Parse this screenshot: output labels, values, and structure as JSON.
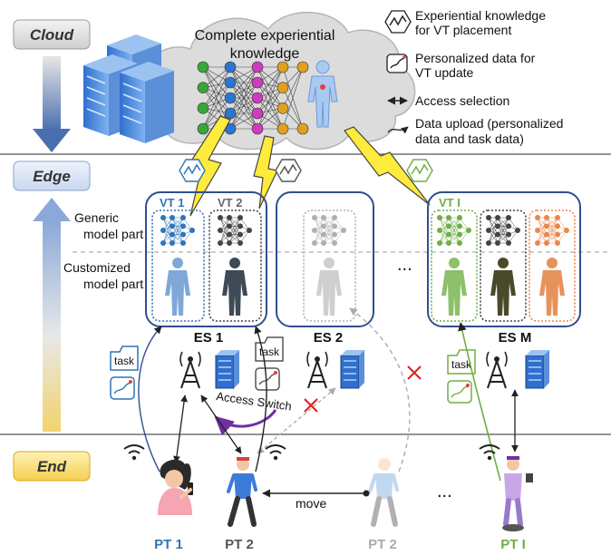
{
  "layers": {
    "cloud": "Cloud",
    "edge": "Edge",
    "end": "End"
  },
  "cloud_title": [
    "Complete experiential",
    "knowledge"
  ],
  "legend": {
    "experiential": [
      "Experiential knowledge",
      "for VT placement"
    ],
    "personalized": [
      "Personalized data for",
      "VT update"
    ],
    "access": "Access selection",
    "upload": [
      "Data upload (personalized",
      "data and task data)"
    ]
  },
  "model_parts": {
    "generic": [
      "Generic",
      "model part"
    ],
    "customized": [
      "Customized",
      "model part"
    ]
  },
  "vts": {
    "vt1": "VT 1",
    "vt2": "VT 2",
    "vti": "VT I"
  },
  "servers": {
    "es1": "ES 1",
    "es2": "ES 2",
    "esm": "ES M"
  },
  "ellipsis": "...",
  "task_label": "task",
  "access_switch": "Access Switch",
  "move": "move",
  "pts": {
    "pt1": "PT 1",
    "pt2": "PT 2",
    "pt2_ghost": "PT 2",
    "pti": "PT I"
  },
  "colors": {
    "vt1_blue": "#2e75b6",
    "vti_green": "#70ad47",
    "ghost_gray": "#b0b0b0",
    "edge_box": "#2f4f8f",
    "lightning": "#ffeb3b",
    "red_x": "#e02020",
    "purple": "#7030a0"
  },
  "icons": [
    "server-icon",
    "neural-net-icon",
    "human-body-icon",
    "tower-icon",
    "folder-task-icon",
    "chart-icon",
    "wifi-icon",
    "lightning-icon",
    "person-icon"
  ]
}
